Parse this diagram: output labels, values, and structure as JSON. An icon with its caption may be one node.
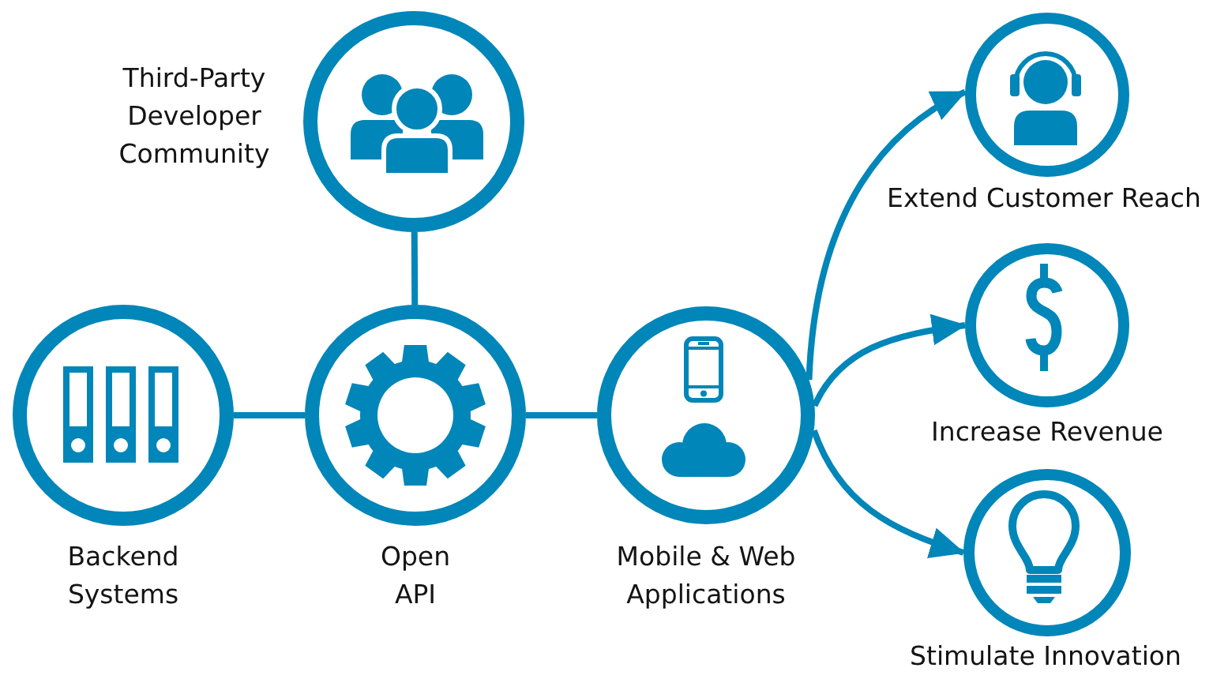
{
  "diagram": {
    "nodes": [
      {
        "text": [
          "Third-Party Developer Community"
        ]
      },
      {
        "text": [
          "Backend Systems"
        ]
      },
      {
        "text": [
          "Open API"
        ]
      },
      {
        "text": [
          "Mobile & Web Applications"
        ]
      },
      {
        "text": [
          "Extend Customer Reach"
        ]
      },
      {
        "text": [
          "Increase Revenue"
        ]
      },
      {
        "text": [
          "Stimulate Innovation"
        ]
      }
    ],
    "edges": [
      {
        "from": 0,
        "to": 2,
        "arrow": "none"
      },
      {
        "from": 1,
        "to": 2,
        "arrow": "none"
      },
      {
        "from": 2,
        "to": 3,
        "arrow": "none"
      },
      {
        "from": 3,
        "to": 4,
        "arrow": "to"
      },
      {
        "from": 3,
        "to": 5,
        "arrow": "to"
      },
      {
        "from": 3,
        "to": 6,
        "arrow": "to"
      }
    ]
  }
}
